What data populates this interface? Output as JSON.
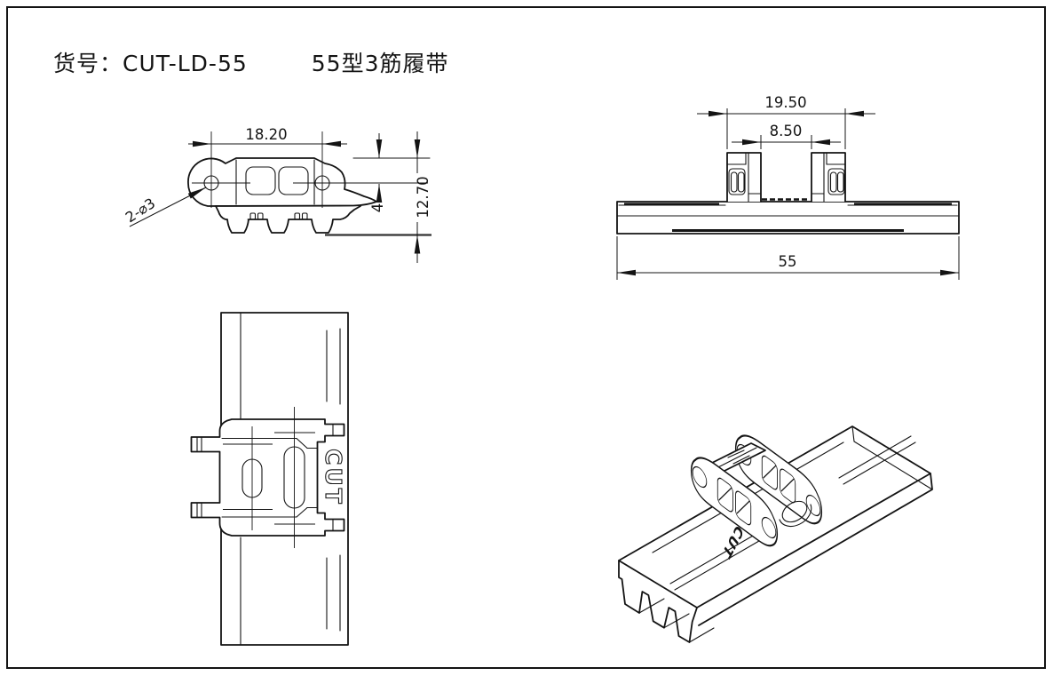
{
  "sheet": {
    "background": "#ffffff",
    "ink": "#141414"
  },
  "title": {
    "item_label": "货号：CUT-LD-55",
    "product_name": "55型3筋履带"
  },
  "dimensions": {
    "pitch": "18.20",
    "hole_note": "2-⌀3",
    "hole_center_depth": "4",
    "link_height": "12.70",
    "lug_outer_span": "19.50",
    "lug_inner_gap": "8.50",
    "track_width": "55"
  },
  "emboss": {
    "top_view": "CUT",
    "iso_view": "CUT"
  }
}
